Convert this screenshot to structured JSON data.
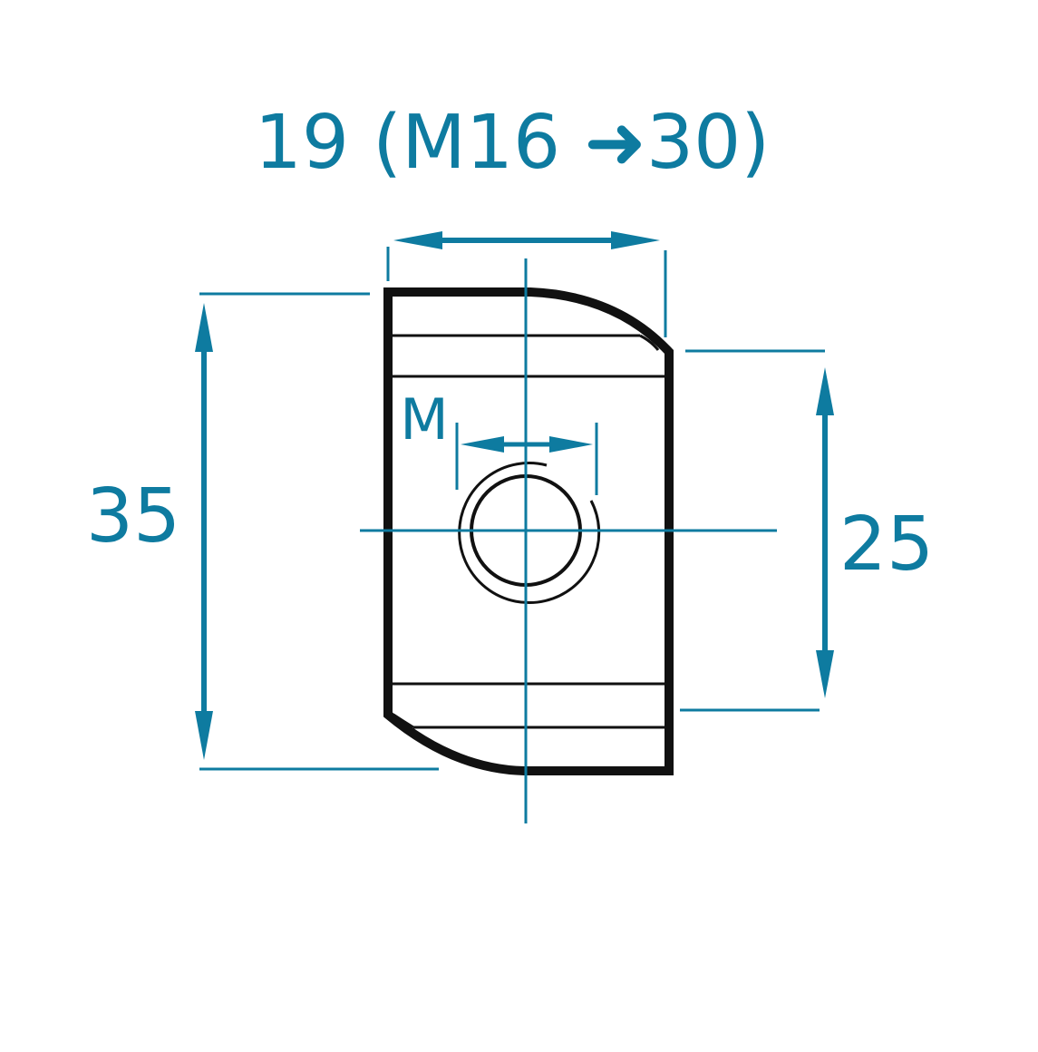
{
  "colors": {
    "dimension": "#0E7BA0",
    "outline": "#111111",
    "background": "#FFFFFF"
  },
  "labels": {
    "width_dimension": "19 (M16 ➜30)",
    "thread_label": "M",
    "height_total": "35",
    "height_inner": "25"
  }
}
